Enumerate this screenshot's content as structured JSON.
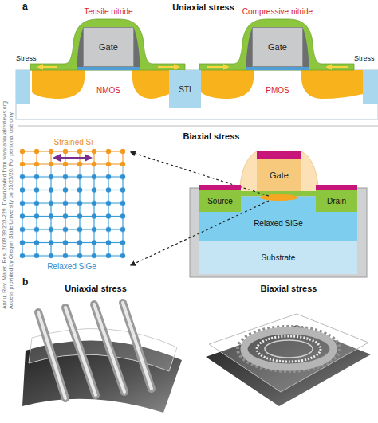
{
  "diagram": {
    "nodes": [
      {
        "text": [
          "Gate"
        ]
      },
      {
        "text": [
          "Gate"
        ]
      },
      {
        "text": [
          "STI"
        ]
      },
      {
        "text": [
          "Gate"
        ]
      },
      {
        "text": [
          "Source"
        ]
      },
      {
        "text": [
          "Drain"
        ]
      },
      {
        "text": [
          "Relaxed SiGe"
        ]
      },
      {
        "text": [
          "Substrate"
        ]
      }
    ],
    "labels": [
      "a",
      "Uniaxial stress",
      "Tensile nitride",
      "Compressive nitride",
      "Stress",
      "Stress",
      "NMOS",
      "PMOS",
      "Biaxial stress",
      "Strained Si",
      "Relaxed SiGe",
      "b",
      "Uniaxial stress",
      "Biaxial stress",
      "Annu. Rev. Mater. Res. 2009.39:203-229. Downloaded from www.annualreviews.org",
      "Access provided by Oregon State University on 05/25/20. For personal use only."
    ]
  }
}
